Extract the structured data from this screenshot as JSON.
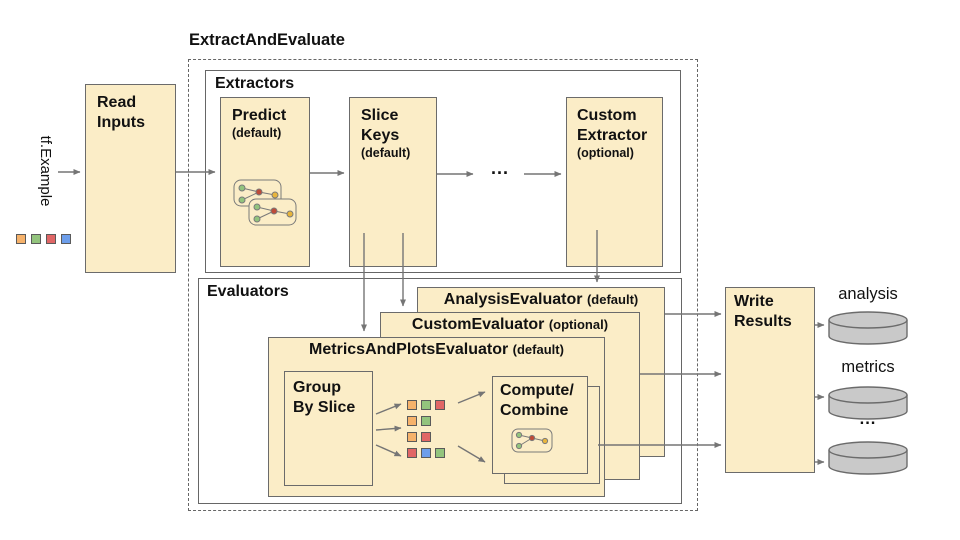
{
  "title": "ExtractAndEvaluate",
  "palette": {
    "orange": "#F6B26B",
    "green": "#93C47D",
    "red": "#E06666",
    "blue": "#6D9EEB"
  },
  "colors": {
    "box_fill": "#FBEDC7",
    "box_border": "#6B6B6B",
    "section_border": "#666666",
    "connector": "#757575",
    "cylinder_fill": "#C9C9C9",
    "cylinder_border": "#6B6B6B",
    "icon_node_green": "#93C47D",
    "icon_node_red": "#BE4B38",
    "icon_node_yellow": "#E8B53C"
  },
  "input": {
    "label": "tf.Example",
    "legend": [
      "orange",
      "green",
      "red",
      "blue"
    ]
  },
  "read_inputs": {
    "line1": "Read",
    "line2": "Inputs"
  },
  "extractors": {
    "label": "Extractors",
    "predict": {
      "name": "Predict",
      "qualifier": "(default)",
      "icon": "model-graph-icon"
    },
    "slice_keys": {
      "name1": "Slice",
      "name2": "Keys",
      "qualifier": "(default)"
    },
    "ellipsis": "...",
    "custom": {
      "name1": "Custom",
      "name2": "Extractor",
      "qualifier": "(optional)"
    }
  },
  "evaluators": {
    "label": "Evaluators",
    "analysis": {
      "name": "AnalysisEvaluator",
      "qualifier": "(default)"
    },
    "custom": {
      "name": "CustomEvaluator",
      "qualifier": "(optional)"
    },
    "metrics_and_plots": {
      "name": "MetricsAndPlotsEvaluator",
      "qualifier": "(default)"
    },
    "group_by_slice": {
      "line1": "Group",
      "line2": "By Slice"
    },
    "slice_groups": [
      [
        "orange",
        "green",
        "red"
      ],
      [
        "orange",
        "green"
      ],
      [
        "orange",
        "red"
      ],
      [
        "red",
        "blue",
        "green"
      ]
    ],
    "compute_combine": {
      "line1": "Compute/",
      "line2": "Combine",
      "icon": "combine-graph-icon"
    }
  },
  "write_results": {
    "line1": "Write",
    "line2": "Results"
  },
  "outputs": {
    "label1": "analysis",
    "label2": "metrics",
    "ellipsis": "..."
  }
}
